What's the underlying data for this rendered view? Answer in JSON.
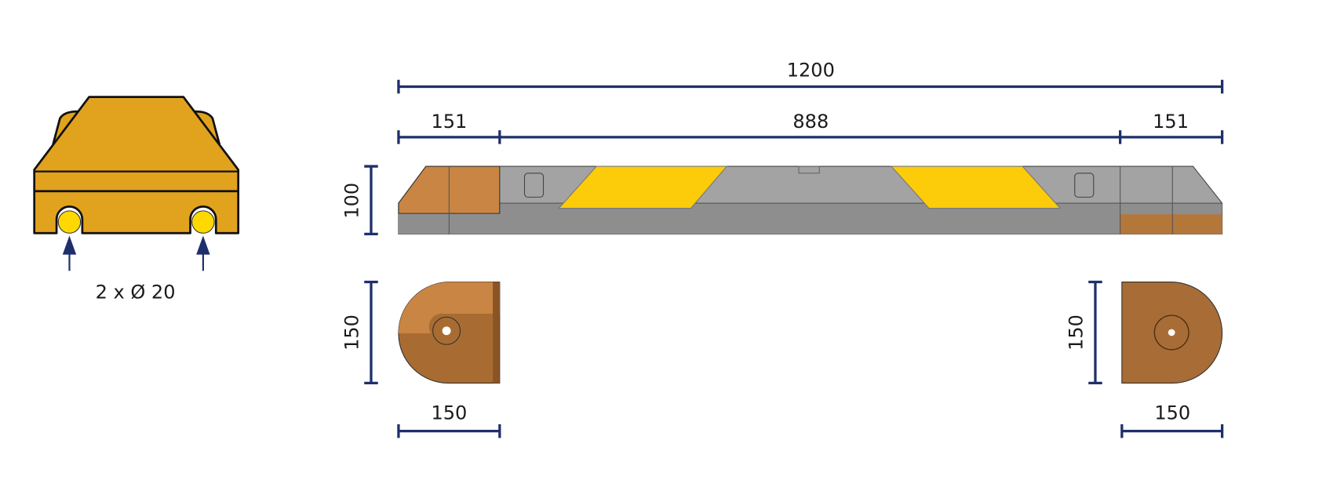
{
  "front_view": {
    "hole_label": "2 x Ø 20",
    "colors": {
      "body": "#e1a21e",
      "reflector": "#ffd800",
      "arrow": "#1f2f6b"
    }
  },
  "dimensions": {
    "total_length": "1200",
    "end_left": "151",
    "middle": "888",
    "end_right": "151",
    "height": "100",
    "end_depth_left": "150",
    "end_depth_right": "150",
    "end_width_left": "150",
    "end_width_right": "150"
  },
  "colors": {
    "dimension": "#1f2f6b",
    "rubber": "#a0a0a0",
    "rubber_dark": "#8c8c8c",
    "end_cap": "#c98543",
    "stripe": "#fccb0a"
  }
}
